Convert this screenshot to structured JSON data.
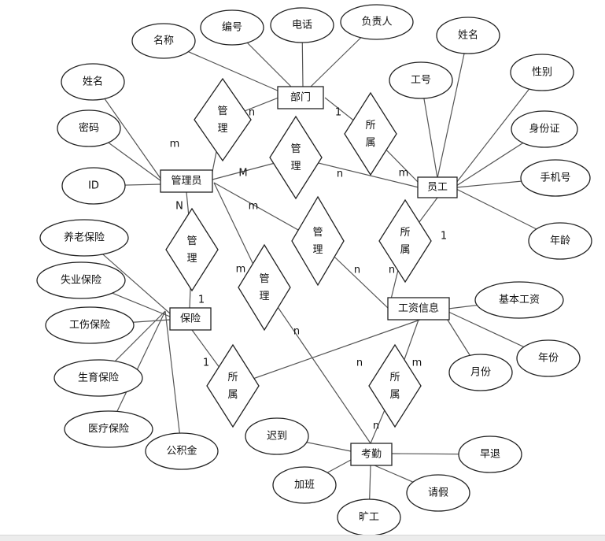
{
  "entities": [
    {
      "id": "dept",
      "label": "部门"
    },
    {
      "id": "admin",
      "label": "管理员"
    },
    {
      "id": "emp",
      "label": "员工"
    },
    {
      "id": "ins",
      "label": "保险"
    },
    {
      "id": "salary",
      "label": "工资信息"
    },
    {
      "id": "attend",
      "label": "考勤"
    }
  ],
  "attributes": [
    {
      "id": "a-dept-name",
      "label": "名称",
      "of": "dept"
    },
    {
      "id": "a-dept-no",
      "label": "编号",
      "of": "dept"
    },
    {
      "id": "a-dept-tel",
      "label": "电话",
      "of": "dept"
    },
    {
      "id": "a-dept-head",
      "label": "负责人",
      "of": "dept"
    },
    {
      "id": "a-admin-name",
      "label": "姓名",
      "of": "admin"
    },
    {
      "id": "a-admin-pwd",
      "label": "密码",
      "of": "admin"
    },
    {
      "id": "a-admin-id",
      "label": "ID",
      "of": "admin"
    },
    {
      "id": "a-emp-no",
      "label": "工号",
      "of": "emp"
    },
    {
      "id": "a-emp-name",
      "label": "姓名",
      "of": "emp"
    },
    {
      "id": "a-emp-sex",
      "label": "性别",
      "of": "emp"
    },
    {
      "id": "a-emp-idcard",
      "label": "身份证",
      "of": "emp"
    },
    {
      "id": "a-emp-phone",
      "label": "手机号",
      "of": "emp"
    },
    {
      "id": "a-emp-age",
      "label": "年龄",
      "of": "emp"
    },
    {
      "id": "a-ins-pension",
      "label": "养老保险",
      "of": "ins"
    },
    {
      "id": "a-ins-unemp",
      "label": "失业保险",
      "of": "ins"
    },
    {
      "id": "a-ins-injury",
      "label": "工伤保险",
      "of": "ins"
    },
    {
      "id": "a-ins-birth",
      "label": "生育保险",
      "of": "ins"
    },
    {
      "id": "a-ins-medical",
      "label": "医疗保险",
      "of": "ins"
    },
    {
      "id": "a-ins-fund",
      "label": "公积金",
      "of": "ins"
    },
    {
      "id": "a-sal-base",
      "label": "基本工资",
      "of": "salary"
    },
    {
      "id": "a-sal-year",
      "label": "年份",
      "of": "salary"
    },
    {
      "id": "a-sal-month",
      "label": "月份",
      "of": "salary"
    },
    {
      "id": "a-att-late",
      "label": "迟到",
      "of": "attend"
    },
    {
      "id": "a-att-early",
      "label": "早退",
      "of": "attend"
    },
    {
      "id": "a-att-over",
      "label": "加班",
      "of": "attend"
    },
    {
      "id": "a-att-leave",
      "label": "请假",
      "of": "attend"
    },
    {
      "id": "a-att-absent",
      "label": "旷工",
      "of": "attend"
    }
  ],
  "relationships": [
    {
      "id": "r1",
      "label": "管理",
      "from": "admin",
      "to": "dept",
      "from_card": "m",
      "to_card": "n"
    },
    {
      "id": "r2",
      "label": "所属",
      "from": "dept",
      "to": "emp",
      "from_card": "1",
      "to_card": "m"
    },
    {
      "id": "r3",
      "label": "管理",
      "from": "admin",
      "to": "emp",
      "from_card": "M",
      "to_card": "n"
    },
    {
      "id": "r4",
      "label": "管理",
      "from": "admin",
      "to": "ins",
      "from_card": "N",
      "to_card": "1"
    },
    {
      "id": "r5",
      "label": "管理",
      "from": "admin",
      "to": "salary",
      "from_card": "m",
      "to_card": "n"
    },
    {
      "id": "r6",
      "label": "所属",
      "from": "emp",
      "to": "salary",
      "from_card": "1",
      "to_card": "n"
    },
    {
      "id": "r7",
      "label": "管理",
      "from": "admin",
      "to": "attend",
      "from_card": "m",
      "to_card": "n"
    },
    {
      "id": "r8",
      "label": "所属",
      "from": "ins",
      "to": "salary",
      "from_card": "1",
      "to_card": "n"
    },
    {
      "id": "r9",
      "label": "所属",
      "from": "salary",
      "to": "attend",
      "from_card": "m",
      "to_card": "n"
    }
  ]
}
